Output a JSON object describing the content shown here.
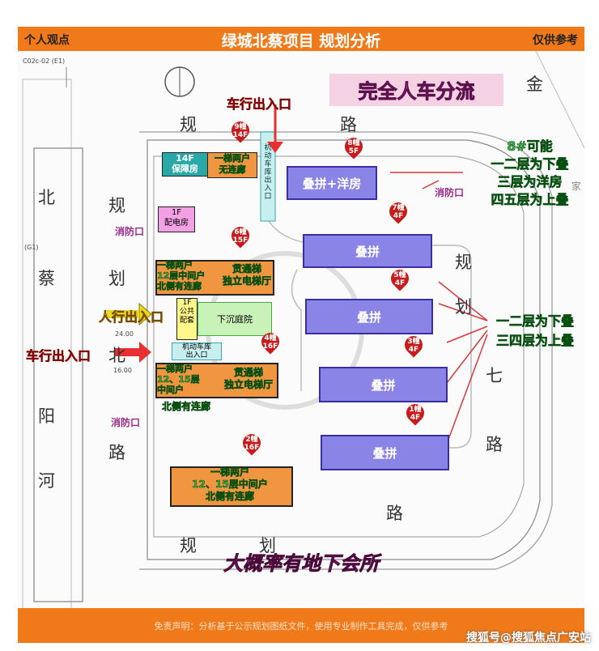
{
  "header": {
    "left": "个人观点",
    "title": "绿城北蔡项目  规划分析",
    "right": "仅供参考"
  },
  "banner": "完全人车分流",
  "entrances": {
    "car_top": "车行出入口",
    "pedestrian": "人行出入口",
    "car_left": "车行出入口",
    "fire1": "消防口",
    "fire2": "消防口",
    "fire3": "消防口"
  },
  "roads": {
    "top_a": "规",
    "top_b": "路",
    "right_a": "金",
    "right_b": "规",
    "right_c": "划",
    "right_d": "七",
    "right_e": "路",
    "left_a": "规",
    "left_b": "划",
    "left_c": "北",
    "left_d": "路",
    "bottom_a": "规",
    "bottom_b": "划",
    "bottom_c": "路",
    "far_left": [
      "北",
      "蔡",
      "阳",
      "河"
    ],
    "ghost": "家"
  },
  "buildings": [
    {
      "no": "1",
      "floors": "4F",
      "type": "叠拼"
    },
    {
      "no": "2",
      "floors": "16F"
    },
    {
      "no": "3",
      "floors": "4F",
      "type": "叠拼"
    },
    {
      "no": "4",
      "floors": "16F"
    },
    {
      "no": "5",
      "floors": "4F",
      "type": "叠拼"
    },
    {
      "no": "6",
      "floors": "15F"
    },
    {
      "no": "7",
      "floors": "4F",
      "type": "叠拼"
    },
    {
      "no": "8",
      "floors": "5F",
      "type": "叠拼+洋房"
    },
    {
      "no": "9",
      "floors": "14F"
    }
  ],
  "pin_suffix": "幢",
  "labels": {
    "b9_main": "14F\n保障房",
    "b9_note": "一梯两户\n无连廊",
    "power": "1F\n配电房",
    "b6_note": "一梯两户\n12层中间户\n北侧有连廊",
    "b6_note2": "贯通梯\n独立电梯厅",
    "public": "1F\n公共\n配套",
    "courtyard": "下沉庭院",
    "garage": "机动车库\n出入口",
    "garage_top": "机\n动\n车\n库\n出\n入\n口",
    "b4_note": "一梯两户\n12、15层\n中间户",
    "b4_note2": "贯通梯\n独立电梯厅",
    "b4_corr": "北侧有连廊",
    "b2_note": "一梯两户\n12、15层中间户\n北侧有连廊"
  },
  "notes": {
    "b8": [
      "8#可能",
      "一二层为下叠",
      "三层为洋房",
      "四五层为上叠"
    ],
    "stack": [
      "一二层为下叠",
      "三四层为上叠"
    ]
  },
  "clubhouse": "大概率有地下会所",
  "footer": "免责声明：分析基于公示规划图纸文件，使用专业制作工具完成，仅供参考",
  "watermark": "搜狐号@搜狐焦点广安站",
  "small": {
    "code": "C02c-02 (E1)",
    "g1": "(G1)",
    "dim1": "24.00",
    "dim2": "16.00"
  },
  "colors": {
    "header": "#f07a1a",
    "stack": "#8a84e6",
    "tower": "#f09640",
    "green": "#39b54a",
    "red": "#f02424"
  }
}
